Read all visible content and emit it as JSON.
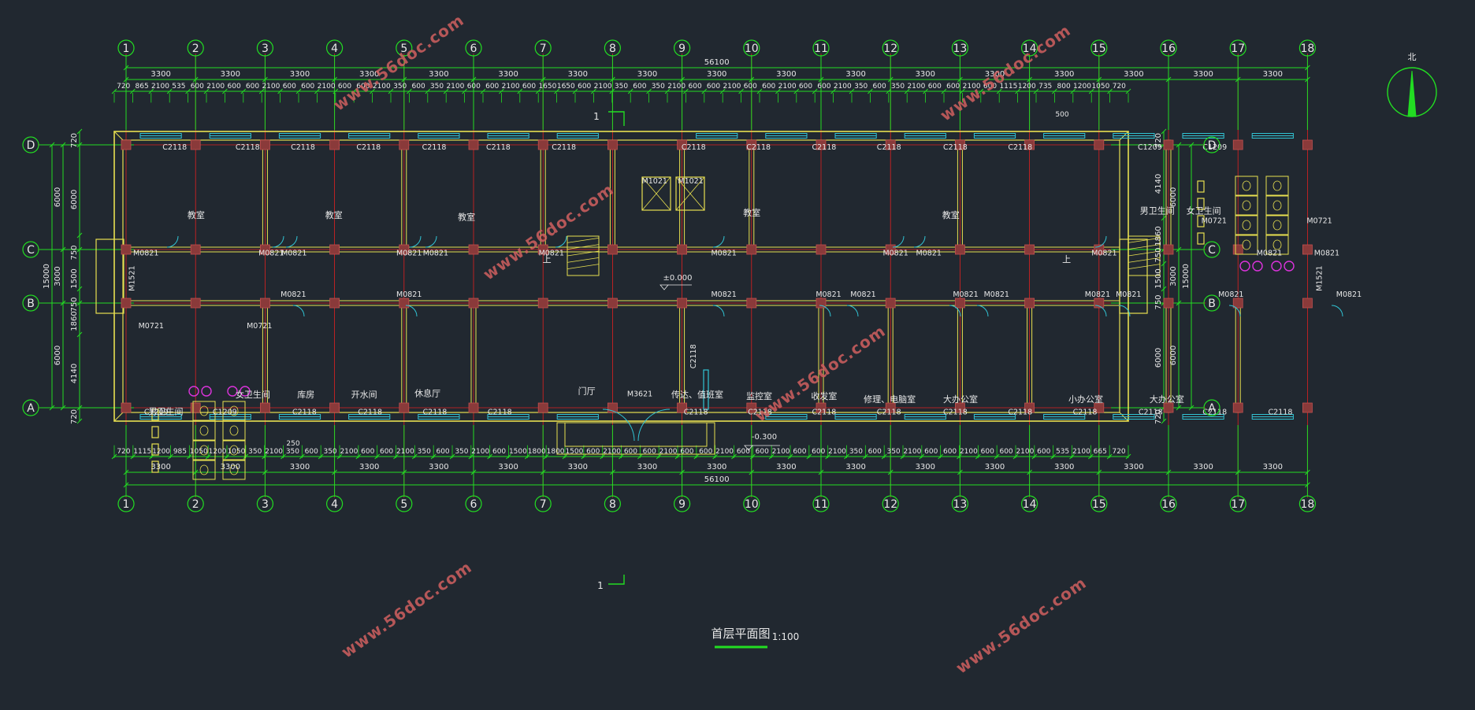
{
  "drawing": {
    "title": "首层平面图",
    "scale": "1:100",
    "north_label": "北",
    "elevation_floor": "±0.000",
    "elevation_outside": "-0.300",
    "section_mark": "1"
  },
  "colors": {
    "background": "#212830",
    "dimension": "#22dd22",
    "axis": "#e02020",
    "wall": "#e8e050",
    "column": "#8a3a3a",
    "window": "#31c4d4",
    "text": "#e8e8e8",
    "fixture": "#dd33dd",
    "watermark": "#d06060"
  },
  "grid": {
    "x_labels": [
      "1",
      "2",
      "3",
      "4",
      "5",
      "6",
      "7",
      "8",
      "9",
      "10",
      "11",
      "12",
      "13",
      "14",
      "15",
      "16",
      "17",
      "18"
    ],
    "y_labels": [
      "D",
      "C",
      "B",
      "A"
    ]
  },
  "dims": {
    "total": "56100",
    "bay": "3300",
    "left_outer": "15000",
    "left_inner": [
      "720",
      "6000",
      "750",
      "1500",
      "750",
      "1860",
      "4140",
      "720"
    ],
    "left_mid": [
      "6000",
      "3000",
      "6000"
    ],
    "right_inner": [
      "720",
      "4140",
      "1860",
      "750",
      "1500",
      "750",
      "6000",
      "720"
    ],
    "right_mid": [
      "6000",
      "3000",
      "6000"
    ],
    "top_detail": [
      "720",
      "865",
      "2100",
      "535",
      "600",
      "2100",
      "600",
      "600",
      "2100",
      "600",
      "600",
      "2100",
      "600",
      "600",
      "2100",
      "350",
      "600",
      "350",
      "2100",
      "600",
      "600",
      "2100",
      "600",
      "1650",
      "1650",
      "600",
      "2100",
      "350",
      "600",
      "350",
      "2100",
      "600",
      "600",
      "2100",
      "600",
      "600",
      "2100",
      "600",
      "600",
      "2100",
      "350",
      "600",
      "350",
      "2100",
      "600",
      "600",
      "2100",
      "600",
      "1115",
      "1200",
      "735",
      "800",
      "1200",
      "1050",
      "720"
    ],
    "top_extra": "500",
    "bottom_detail": [
      "720",
      "1115",
      "1200",
      "985",
      "1050",
      "1200",
      "1050",
      "350",
      "2100",
      "350",
      "600",
      "350",
      "2100",
      "600",
      "600",
      "2100",
      "350",
      "600",
      "350",
      "2100",
      "600",
      "1500",
      "1800",
      "1800",
      "1500",
      "600",
      "2100",
      "600",
      "600",
      "2100",
      "600",
      "600",
      "2100",
      "600",
      "600",
      "2100",
      "600",
      "600",
      "2100",
      "350",
      "600",
      "350",
      "2100",
      "600",
      "600",
      "2100",
      "600",
      "600",
      "2100",
      "600",
      "535",
      "2100",
      "665",
      "720"
    ],
    "bottom_extra": "250"
  },
  "rooms": [
    {
      "name": "教室"
    },
    {
      "name": "教室"
    },
    {
      "name": "教室"
    },
    {
      "name": "教室"
    },
    {
      "name": "教室"
    },
    {
      "name": "男卫生间"
    },
    {
      "name": "女卫生间"
    },
    {
      "name": "男卫生间"
    },
    {
      "name": "女卫生间"
    },
    {
      "name": "库房"
    },
    {
      "name": "开水间"
    },
    {
      "name": "休息厅"
    },
    {
      "name": "门厅"
    },
    {
      "name": "传达、值班室"
    },
    {
      "name": "监控室"
    },
    {
      "name": "收发室"
    },
    {
      "name": "修理、电脑室"
    },
    {
      "name": "大办公室"
    },
    {
      "name": "小办公室"
    },
    {
      "name": "大办公室"
    },
    {
      "name": "上"
    },
    {
      "name": "上"
    }
  ],
  "windows_top": [
    "C2118",
    "C2118",
    "C2118",
    "C2118",
    "C2118",
    "C2118",
    "C2118",
    "C2118",
    "C2118",
    "C2118",
    "C2118",
    "C2118",
    "C2118",
    "C1209",
    "C1209"
  ],
  "windows_bottom": [
    "C1209",
    "C1209",
    "C2118",
    "C2118",
    "C2118",
    "C2118",
    "C2118",
    "C2118",
    "C2118",
    "C2118",
    "C2118",
    "C2118",
    "C2118",
    "C2118",
    "C2118",
    "C2118"
  ],
  "doors": [
    "M0821",
    "M0821",
    "M0821",
    "M0821",
    "M0821",
    "M0821",
    "M0821",
    "M0821",
    "M0821",
    "M0821",
    "M0821",
    "M0821",
    "M0821",
    "M0821",
    "M0821",
    "M0821",
    "M0821",
    "M0821",
    "M0821",
    "M0821",
    "M0821",
    "M0821",
    "M0821",
    "M0721",
    "M0721",
    "M0721",
    "M0721",
    "M1021",
    "M1021",
    "M1521",
    "M1521",
    "M3621",
    "C2118"
  ],
  "watermarks": [
    "www.56doc.com",
    "www.56doc.com",
    "www.56doc.com",
    "www.56doc.com",
    "www.56doc.com",
    "www.56doc.com"
  ]
}
